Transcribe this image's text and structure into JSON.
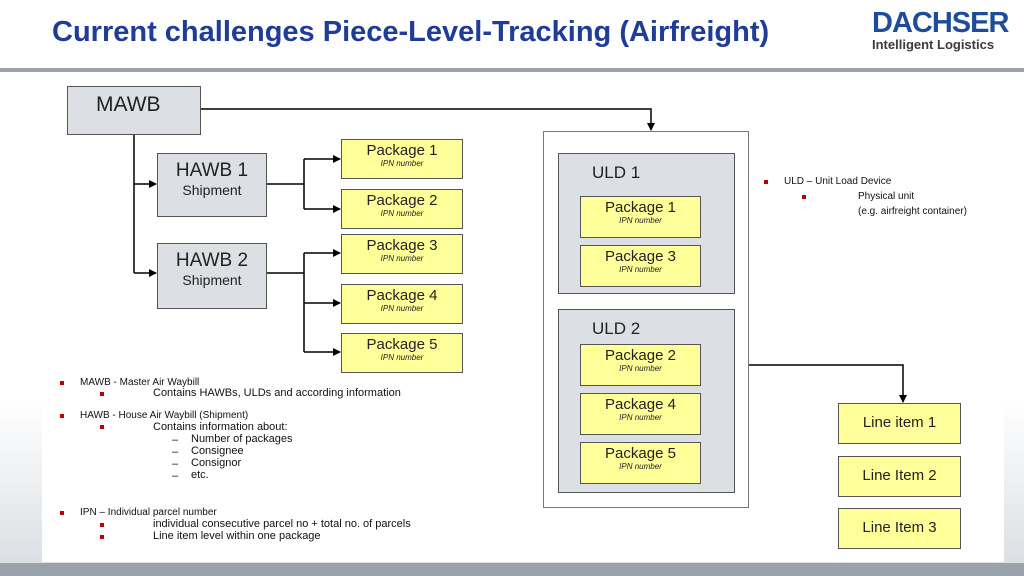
{
  "header": {
    "title": "Current challenges Piece-Level-Tracking (Airfreight)",
    "logo_name": "DACHSER",
    "logo_tagline": "Intelligent Logistics"
  },
  "diagram": {
    "mawb": "MAWB",
    "hawbs": [
      {
        "label": "HAWB 1",
        "sub": "Shipment"
      },
      {
        "label": "HAWB 2",
        "sub": "Shipment"
      }
    ],
    "package_sub": "IPN number",
    "packages_left": [
      "Package 1",
      "Package 2",
      "Package 3",
      "Package 4",
      "Package 5"
    ],
    "ulds": [
      {
        "label": "ULD 1",
        "packages": [
          "Package 1",
          "Package 3"
        ]
      },
      {
        "label": "ULD 2",
        "packages": [
          "Package 2",
          "Package 4",
          "Package 5"
        ]
      }
    ],
    "line_items": [
      "Line item 1",
      "Line Item 2",
      "Line Item 3"
    ]
  },
  "notes": {
    "uld": {
      "title": "ULD – Unit Load Device",
      "sub1": "Physical unit",
      "sub2": "(e.g. airfreight container)"
    },
    "mawb": {
      "title": "MAWB - Master Air Waybill",
      "sub": "Contains HAWBs, ULDs and according information"
    },
    "hawb": {
      "title": "HAWB - House Air Waybill (Shipment)",
      "sub": "Contains information about:",
      "items": [
        "Number of packages",
        "Consignee",
        "Consignor",
        "etc."
      ]
    },
    "ipn": {
      "title": "IPN – Individual parcel number",
      "sub1": "individual consecutive parcel no + total no. of parcels",
      "sub2": "Line item level within one package"
    }
  }
}
